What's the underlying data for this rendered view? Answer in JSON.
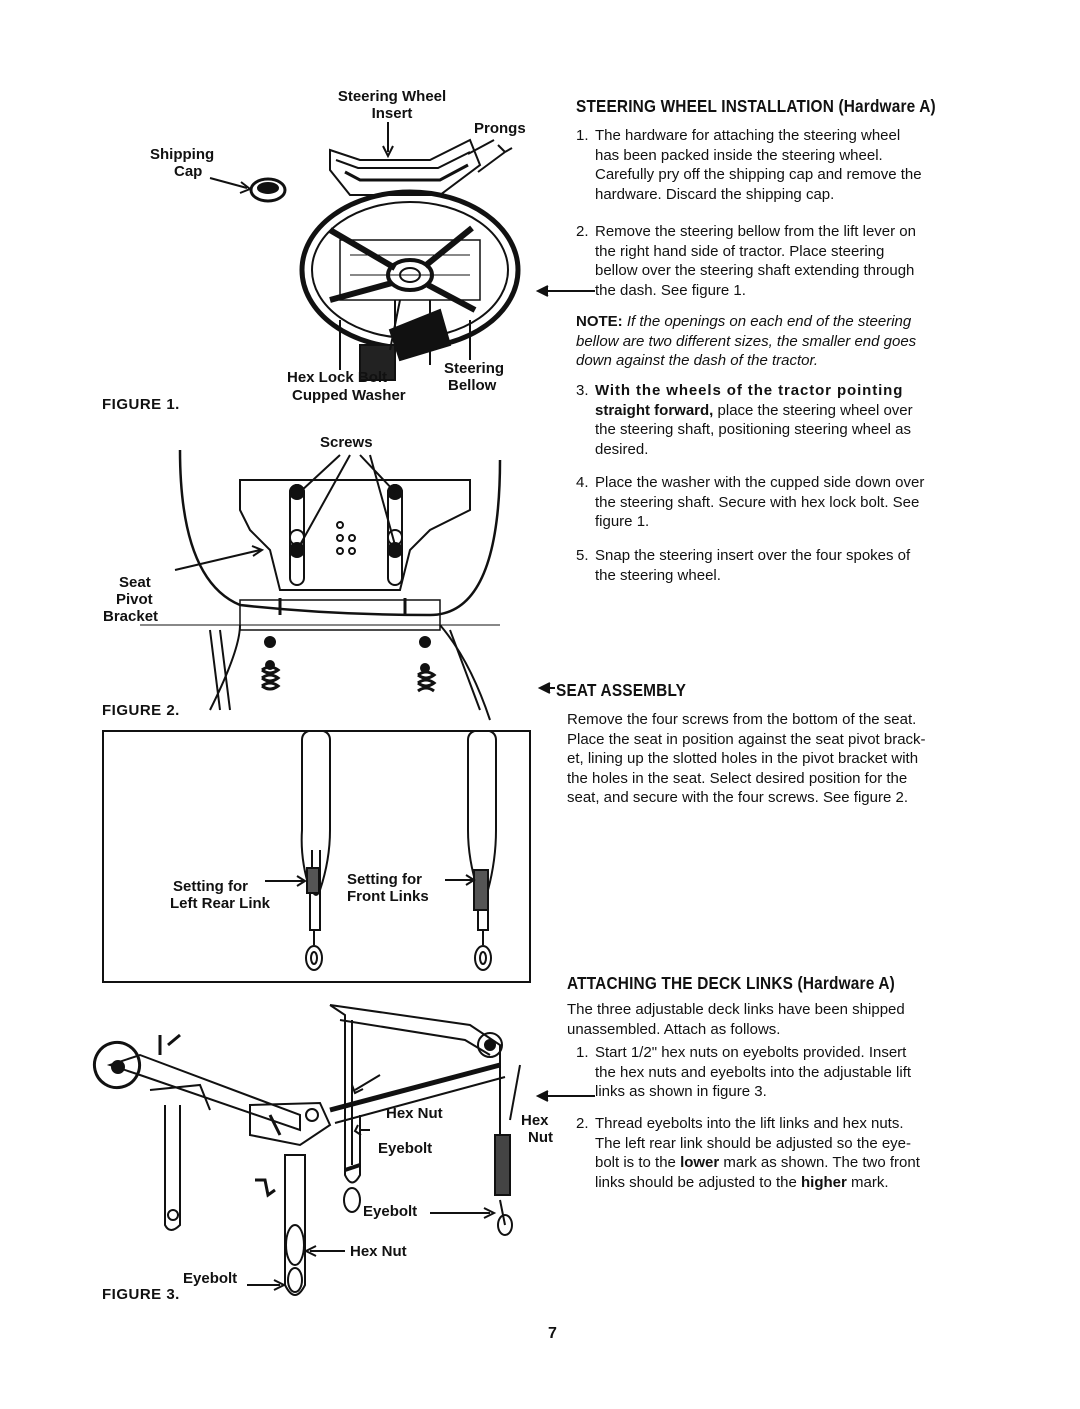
{
  "figure1": {
    "caption": "FIGURE 1.",
    "labels": {
      "steering_wheel_insert": [
        "Steering Wheel",
        "Insert"
      ],
      "prongs": "Prongs",
      "shipping_cap": [
        "Shipping",
        "Cap"
      ],
      "hex_lock_bolt": "Hex Lock Bolt",
      "cupped_washer": "Cupped Washer",
      "steering_bellow": [
        "Steering",
        "Bellow"
      ]
    }
  },
  "figure2": {
    "caption": "FIGURE 2.",
    "labels": {
      "screws": "Screws",
      "seat_pivot_bracket": [
        "Seat",
        "Pivot",
        "Bracket"
      ]
    }
  },
  "figure3": {
    "caption": "FIGURE 3.",
    "inset": {
      "setting_left": [
        "Setting for",
        "Left Rear Link"
      ],
      "setting_front": [
        "Setting for",
        "Front Links"
      ]
    },
    "labels": {
      "hex_nut_1": "Hex Nut",
      "eyebolt_1": "Eyebolt",
      "hex_nut_2": [
        "Hex",
        "Nut"
      ],
      "eyebolt_2": "Eyebolt",
      "hex_nut_3": "Hex Nut",
      "eyebolt_3": "Eyebolt"
    }
  },
  "steering": {
    "heading": "STEERING WHEEL INSTALLATION (Hardware A)",
    "items": [
      {
        "num": "1.",
        "lines": [
          "The hardware for attaching the steering wheel",
          "has been packed inside the steering wheel.",
          "Carefully pry off the shipping cap and remove the",
          "hardware. Discard the shipping cap."
        ]
      },
      {
        "num": "2.",
        "lines": [
          "Remove the steering bellow from the lift lever on",
          "the right hand side of tractor. Place steering",
          "bellow over the steering shaft extending through",
          "the dash. See figure 1."
        ]
      }
    ],
    "note_label": "NOTE:",
    "note_lines": [
      "If the openings on each end of the steering",
      "bellow are two different sizes, the smaller end goes",
      "down against the dash of the tractor."
    ],
    "item3": {
      "num": "3.",
      "bold_lead": "With the wheels of the tractor pointing",
      "bold_lead2": "straight forward,",
      "rest_line2": " place the steering wheel over",
      "lines": [
        "the steering shaft, positioning steering wheel as",
        "desired."
      ]
    },
    "item4": {
      "num": "4.",
      "lines": [
        "Place the washer with the cupped side down over",
        "the steering shaft. Secure with hex lock bolt. See",
        "figure 1."
      ]
    },
    "item5": {
      "num": "5.",
      "lines": [
        "Snap the steering insert over the four spokes of",
        "the steering wheel."
      ]
    }
  },
  "seat": {
    "heading": "SEAT ASSEMBLY",
    "lines": [
      "Remove the four screws from the bottom of the seat.",
      "Place the seat in position against the seat pivot brack-",
      "et, lining up the slotted holes in the pivot bracket with",
      "the holes in the seat. Select desired position for the",
      "seat, and secure with the four screws. See figure 2."
    ]
  },
  "deck": {
    "heading": "ATTACHING THE DECK LINKS (Hardware A)",
    "intro": [
      "The three adjustable deck links have been shipped",
      "unassembled. Attach as follows."
    ],
    "item1": {
      "num": "1.",
      "lines": [
        "Start 1/2\" hex nuts on eyebolts provided. Insert",
        "the hex nuts and eyebolts into the adjustable lift",
        "links as shown in figure 3."
      ]
    },
    "item2": {
      "num": "2.",
      "l1": "Thread eyebolts into the lift links and hex nuts.",
      "l2": "The left rear link should be adjusted so the eye-",
      "l3a": "bolt is to the ",
      "l3b": "lower",
      "l3c": " mark as shown. The two front",
      "l4a": "links should be adjusted to the ",
      "l4b": "higher",
      "l4c": " mark."
    }
  },
  "page_number": "7"
}
